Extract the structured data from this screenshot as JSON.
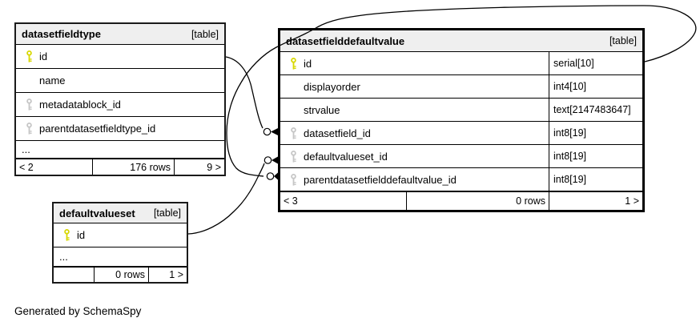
{
  "note": "Generated by SchemaSpy",
  "colors": {
    "primary_key": "#d8d800",
    "foreign_key": "#c6c6c6",
    "header_bg": "#efefef",
    "edge": "#000000"
  },
  "tables": [
    {
      "title": "datasetfieldtype",
      "badge": "[table]",
      "columns": [
        {
          "name": "id",
          "key": "primary",
          "type": ""
        },
        {
          "name": "name",
          "key": "none",
          "type": ""
        },
        {
          "name": "metadatablock_id",
          "key": "foreign",
          "type": ""
        },
        {
          "name": "parentdatasetfieldtype_id",
          "key": "foreign",
          "type": ""
        },
        {
          "name": "...",
          "key": "none",
          "type": ""
        }
      ],
      "footer": {
        "left": "< 2",
        "center": "176 rows",
        "right": "9 >"
      }
    },
    {
      "title": "datasetfielddefaultvalue",
      "badge": "[table]",
      "columns": [
        {
          "name": "id",
          "key": "primary",
          "type": "serial[10]"
        },
        {
          "name": "displayorder",
          "key": "none",
          "type": "int4[10]"
        },
        {
          "name": "strvalue",
          "key": "none",
          "type": "text[2147483647]"
        },
        {
          "name": "datasetfield_id",
          "key": "foreign",
          "type": "int8[19]"
        },
        {
          "name": "defaultvalueset_id",
          "key": "foreign",
          "type": "int8[19]"
        },
        {
          "name": "parentdatasetfielddefaultvalue_id",
          "key": "foreign",
          "type": "int8[19]"
        }
      ],
      "footer": {
        "left": "< 3",
        "center": "0 rows",
        "right": "1 >"
      }
    },
    {
      "title": "defaultvalueset",
      "badge": "[table]",
      "columns": [
        {
          "name": "id",
          "key": "primary",
          "type": ""
        },
        {
          "name": "...",
          "key": "none",
          "type": ""
        }
      ],
      "footer": {
        "left": "",
        "center": "0 rows",
        "right": "1 >"
      }
    }
  ],
  "relationships": [
    {
      "from": "datasetfieldtype.id",
      "to": "datasetfielddefaultvalue.datasetfield_id"
    },
    {
      "from": "defaultvalueset.id",
      "to": "datasetfielddefaultvalue.defaultvalueset_id"
    },
    {
      "from": "datasetfielddefaultvalue.id",
      "to": "datasetfielddefaultvalue.parentdatasetfielddefaultvalue_id"
    }
  ]
}
